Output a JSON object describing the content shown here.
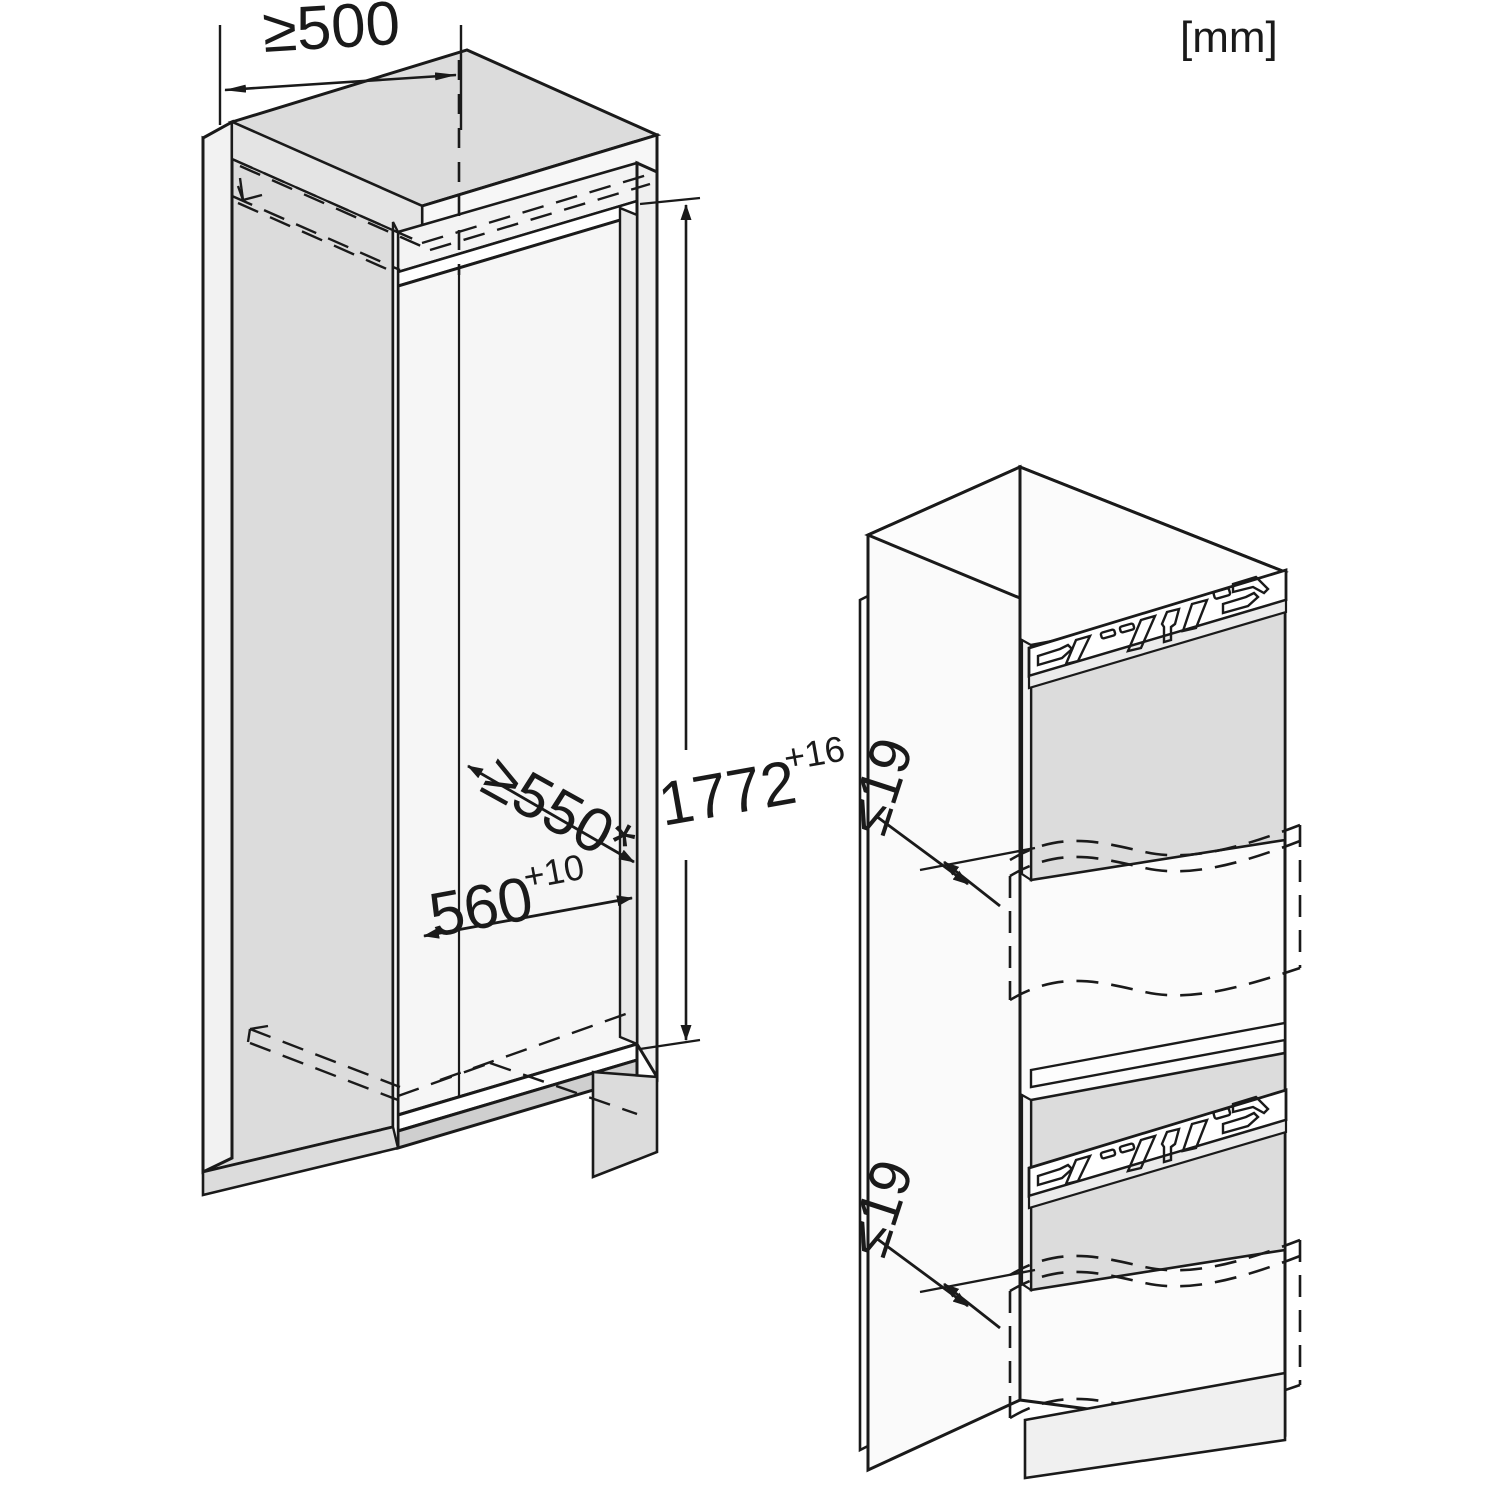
{
  "drawing": {
    "title": "Built-in refrigerator niche installation dimensions",
    "unit_label": "[mm]",
    "line_color": "#1a1a1a",
    "fill_panel_gray": "#dcdcdc",
    "fill_panel_light": "#f5f5f5",
    "fill_white": "#ffffff"
  },
  "dimensions": {
    "niche_depth": {
      "value": "≥500",
      "name": "niche-depth"
    },
    "niche_inner_depth": {
      "value": "≥550*",
      "name": "niche-inner-depth"
    },
    "niche_width": {
      "value": "560",
      "superscript": "+10",
      "name": "niche-width"
    },
    "niche_height": {
      "value": "1772",
      "superscript": "+16",
      "name": "niche-height"
    },
    "door_gap_top": {
      "value": "≤19",
      "name": "door-gap-top"
    },
    "door_gap_bottom": {
      "value": "≤19",
      "name": "door-gap-bottom"
    }
  },
  "notes": {
    "asterisk": "*"
  }
}
